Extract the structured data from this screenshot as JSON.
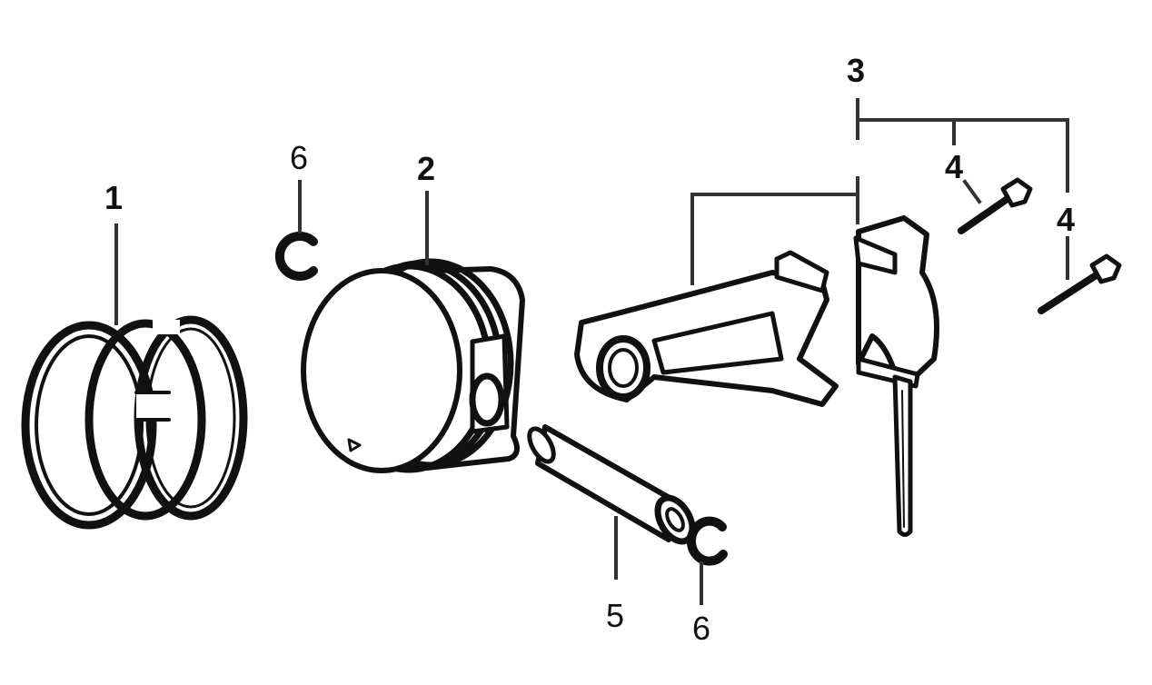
{
  "diagram": {
    "callouts": [
      {
        "id": "1",
        "text": "1",
        "bold": true
      },
      {
        "id": "2",
        "text": "2",
        "bold": true
      },
      {
        "id": "3",
        "text": "3",
        "bold": true
      },
      {
        "id": "4a",
        "text": "4",
        "bold": true
      },
      {
        "id": "4b",
        "text": "4",
        "bold": true
      },
      {
        "id": "5",
        "text": "5",
        "bold": false
      },
      {
        "id": "6a",
        "text": "6",
        "bold": false
      },
      {
        "id": "6b",
        "text": "6",
        "bold": false
      }
    ],
    "parts": [
      {
        "ref": "1",
        "icon": "piston-rings-icon"
      },
      {
        "ref": "2",
        "icon": "piston-icon"
      },
      {
        "ref": "3",
        "icon": "connecting-rod-icon"
      },
      {
        "ref": "4",
        "icon": "rod-bolt-icon"
      },
      {
        "ref": "5",
        "icon": "piston-pin-icon"
      },
      {
        "ref": "6",
        "icon": "circlip-icon"
      }
    ],
    "colors": {
      "ink": "#111111",
      "leader": "#333333",
      "background": "#ffffff"
    }
  }
}
